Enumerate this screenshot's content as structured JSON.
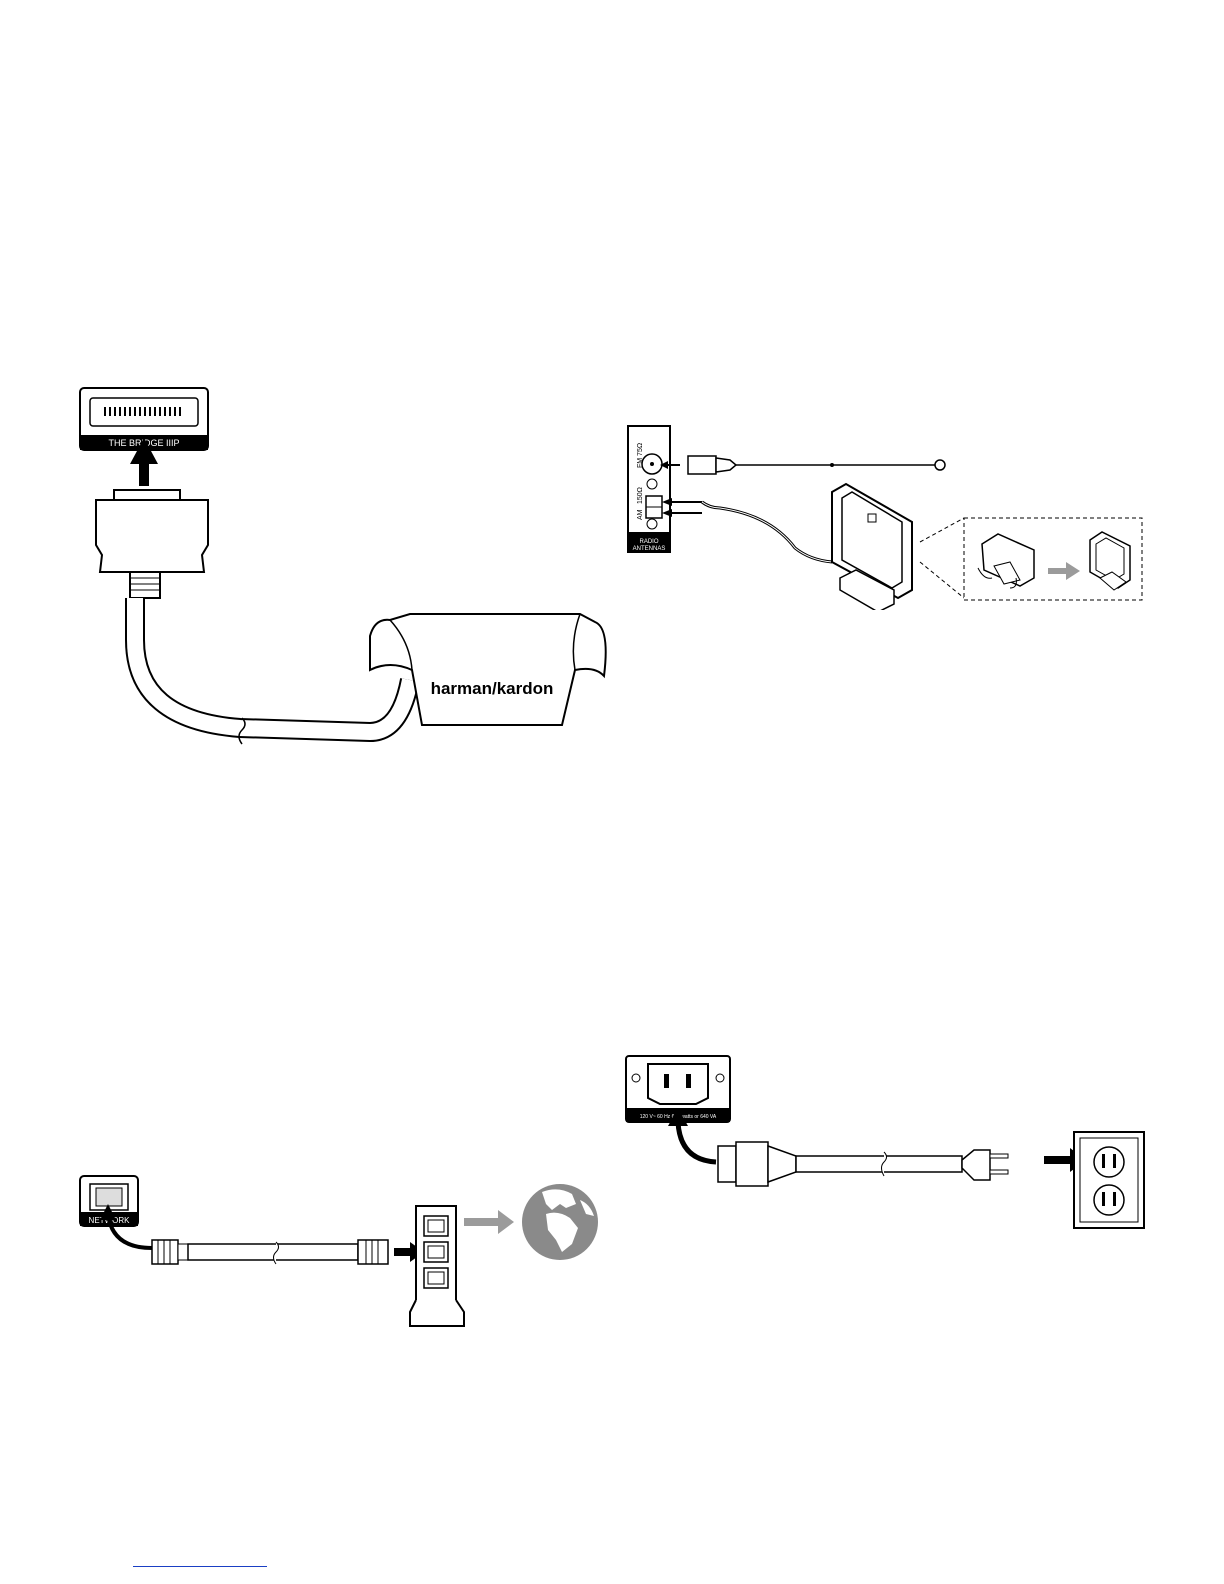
{
  "figures": {
    "bridge": {
      "port_label": "THE BRIDGE IIIP",
      "dock_brand": "harman/kardon"
    },
    "radio": {
      "panel_title": "RADIO\nANTENNAS",
      "fm_label": "FM 75Ω",
      "am_label": "AM",
      "am_impedance": "150Ω"
    },
    "network": {
      "port_label": "NETWORK"
    },
    "power": {
      "rating_label": "120 V~ 60 Hz 600 watts or 640 VA"
    }
  },
  "colors": {
    "ink": "#000000",
    "cable_fill": "#ffffff",
    "arrow_gray": "#9b9b9b",
    "globe_gray": "#8a8a8a",
    "link_blue": "#1a3fc4"
  }
}
